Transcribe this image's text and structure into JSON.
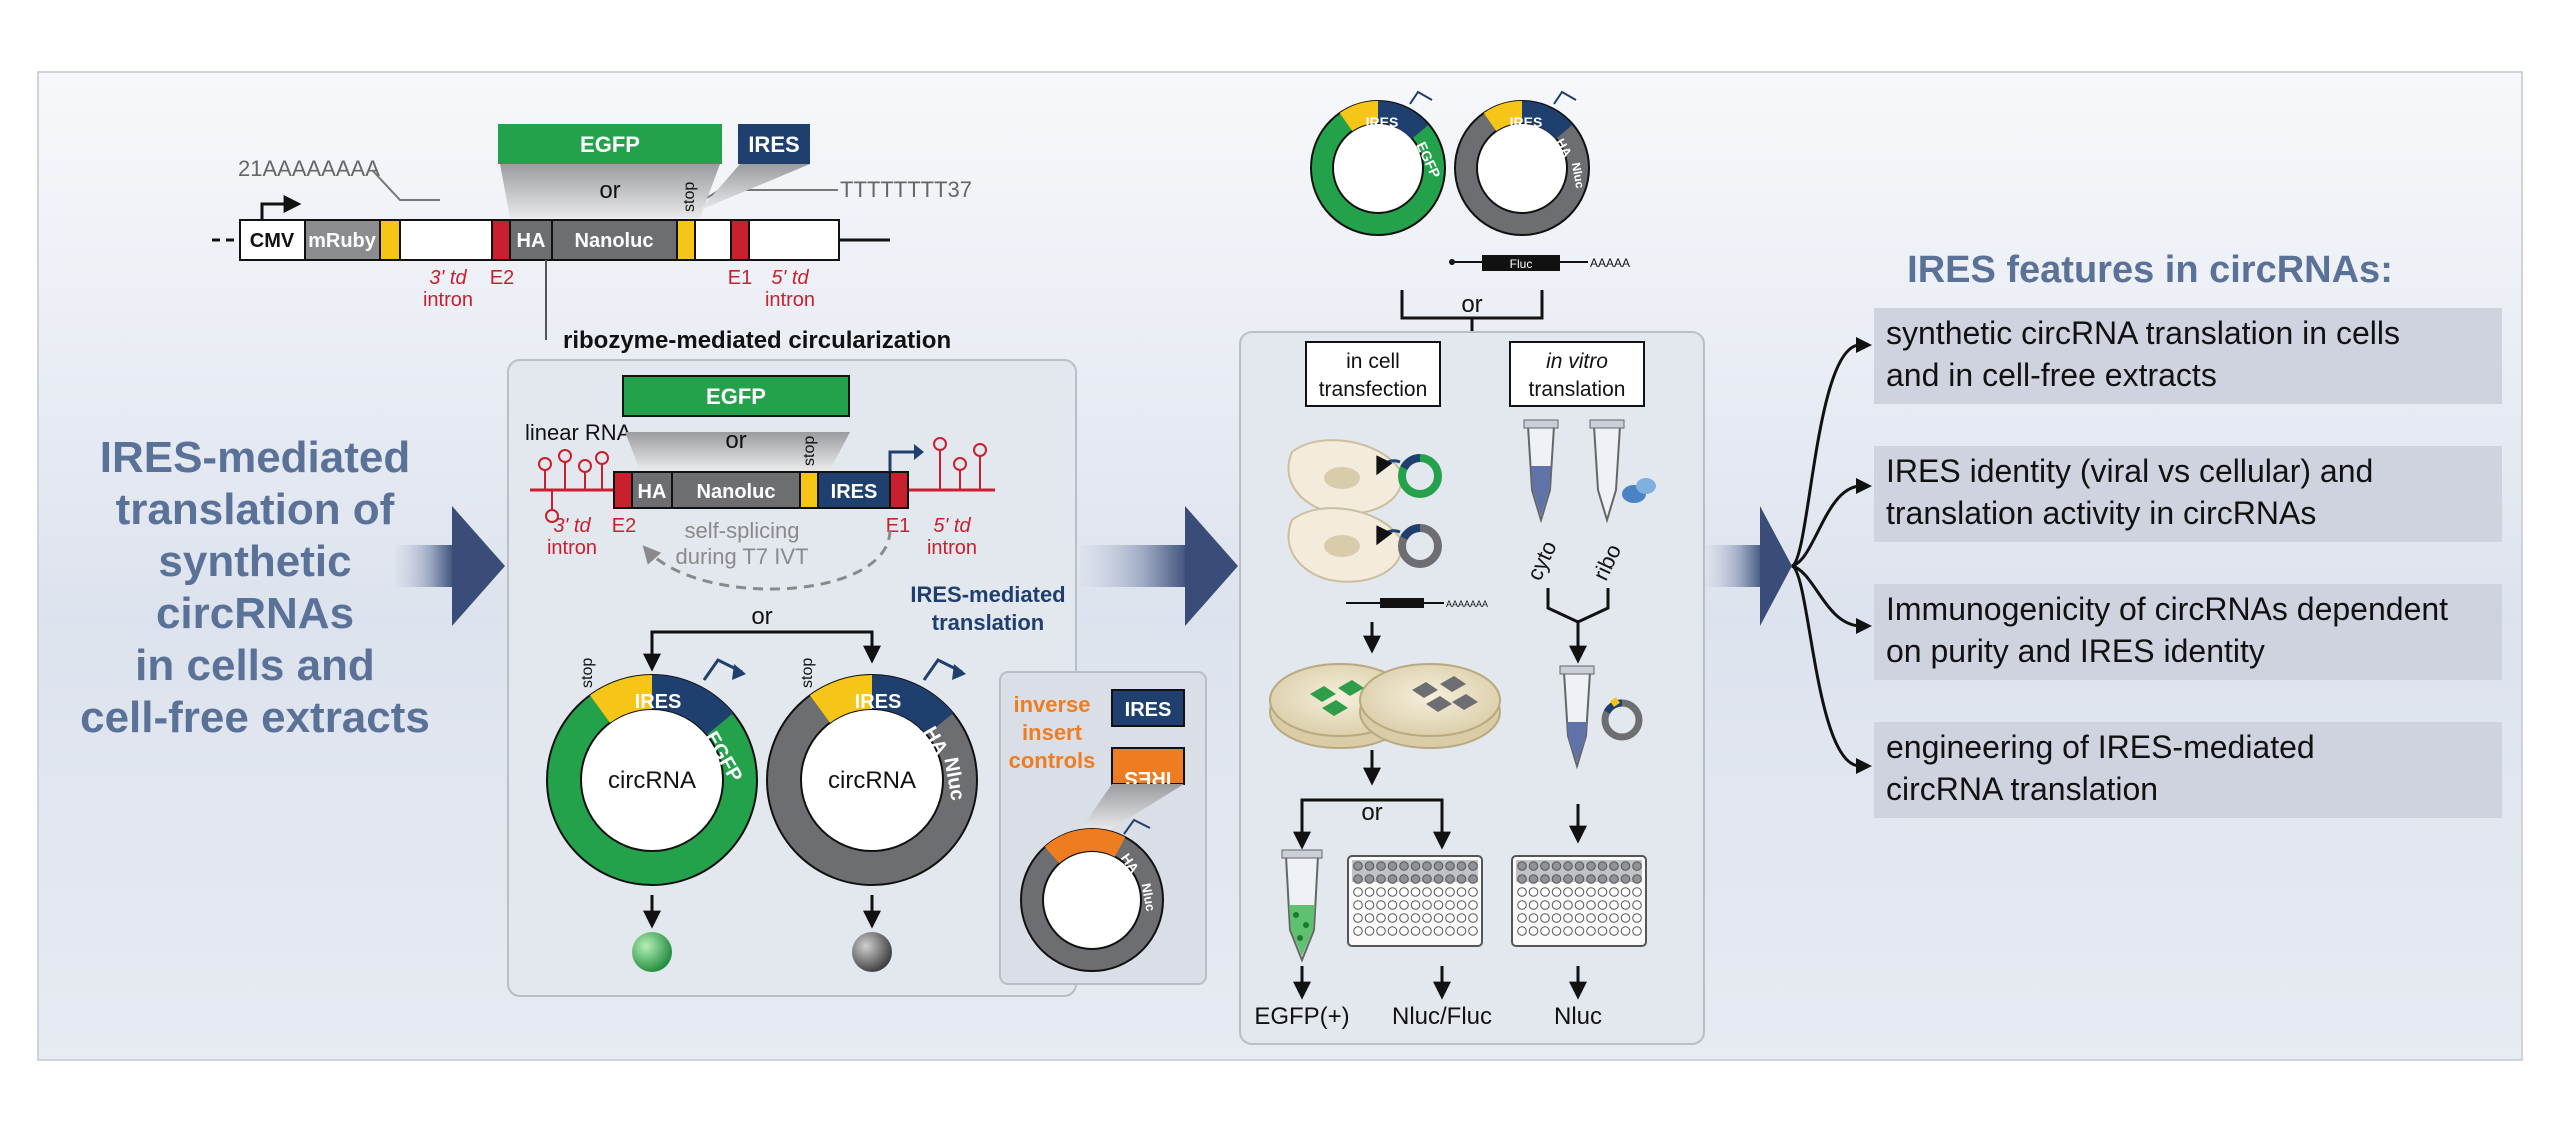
{
  "title": {
    "lines": [
      "IRES-mediated",
      "translation of",
      "synthetic",
      "circRNAs",
      "in cells and",
      "cell-free extracts"
    ]
  },
  "construct": {
    "polyA": "21AAAAAAAA",
    "polyT": "TTTTTTTT37",
    "egfp": "EGFP",
    "or": "or",
    "ires": "IRES",
    "stop": "stop",
    "cmv": "CMV",
    "mruby": "mRuby",
    "ha": "HA",
    "nanoluc": "Nanoluc",
    "intron3": [
      "3' td",
      "intron"
    ],
    "e2": "E2",
    "e1": "E1",
    "intron5": [
      "5' td",
      "intron"
    ]
  },
  "circularization": {
    "title": "ribozyme-mediated circularization",
    "linear_rna": "linear RNA",
    "egfp": "EGFP",
    "or": "or",
    "ha": "HA",
    "nanoluc": "Nanoluc",
    "stop": "stop",
    "ires": "IRES",
    "e2": "E2",
    "e1": "E1",
    "intron3": [
      "3' td",
      "intron"
    ],
    "intron5": [
      "5' td",
      "intron"
    ],
    "self_splicing": [
      "self-splicing",
      "during T7 IVT"
    ],
    "or2": "or",
    "ires_translation": [
      "IRES-mediated",
      "translation"
    ],
    "circ_green": {
      "ires": "IRES",
      "egfp": "EGFP",
      "stop": "stop",
      "label": "circRNA"
    },
    "circ_gray": {
      "ires": "IRES",
      "ha": "HA",
      "nluc": "Nluc",
      "stop": "stop",
      "label": "circRNA"
    }
  },
  "inverse": {
    "label": [
      "inverse",
      "insert",
      "controls"
    ],
    "ires": "IRES",
    "ires_flipped": "IRES",
    "ring": {
      "ires": "IRES",
      "ha": "HA",
      "nluc": "Nluc"
    }
  },
  "assays": {
    "top_green": {
      "ires": "IRES",
      "egfp": "EGFP"
    },
    "top_gray": {
      "ires": "IRES",
      "ha": "HA",
      "nluc": "Nluc"
    },
    "fluc": "Fluc",
    "fluc_tail": "AAAAA",
    "or": "or",
    "in_cell": [
      "in cell",
      "transfection"
    ],
    "in_vitro": [
      "in vitro",
      "translation"
    ],
    "cyto": "cyto",
    "ribo": "ribo",
    "small_tail": "AAAAAAA",
    "or2": "or",
    "readouts": [
      "EGFP(+)",
      "Nluc/Fluc",
      "Nluc"
    ]
  },
  "features": {
    "title": "IRES features in circRNAs:",
    "items": [
      [
        "synthetic circRNA translation in cells",
        "and in cell-free extracts"
      ],
      [
        "IRES identity (viral vs cellular) and",
        "translation activity in circRNAs"
      ],
      [
        "Immunogenicity of circRNAs dependent",
        "on purity and IRES identity"
      ],
      [
        "engineering of IRES-mediated",
        "circRNA translation"
      ]
    ]
  },
  "colors": {
    "blue_text": "#5a7198",
    "navy": "#1f3f6e",
    "green": "#23a24b",
    "gray": "#6d6e71",
    "red": "#c8202f",
    "yellow": "#f5c518",
    "orange": "#ee7d22"
  }
}
